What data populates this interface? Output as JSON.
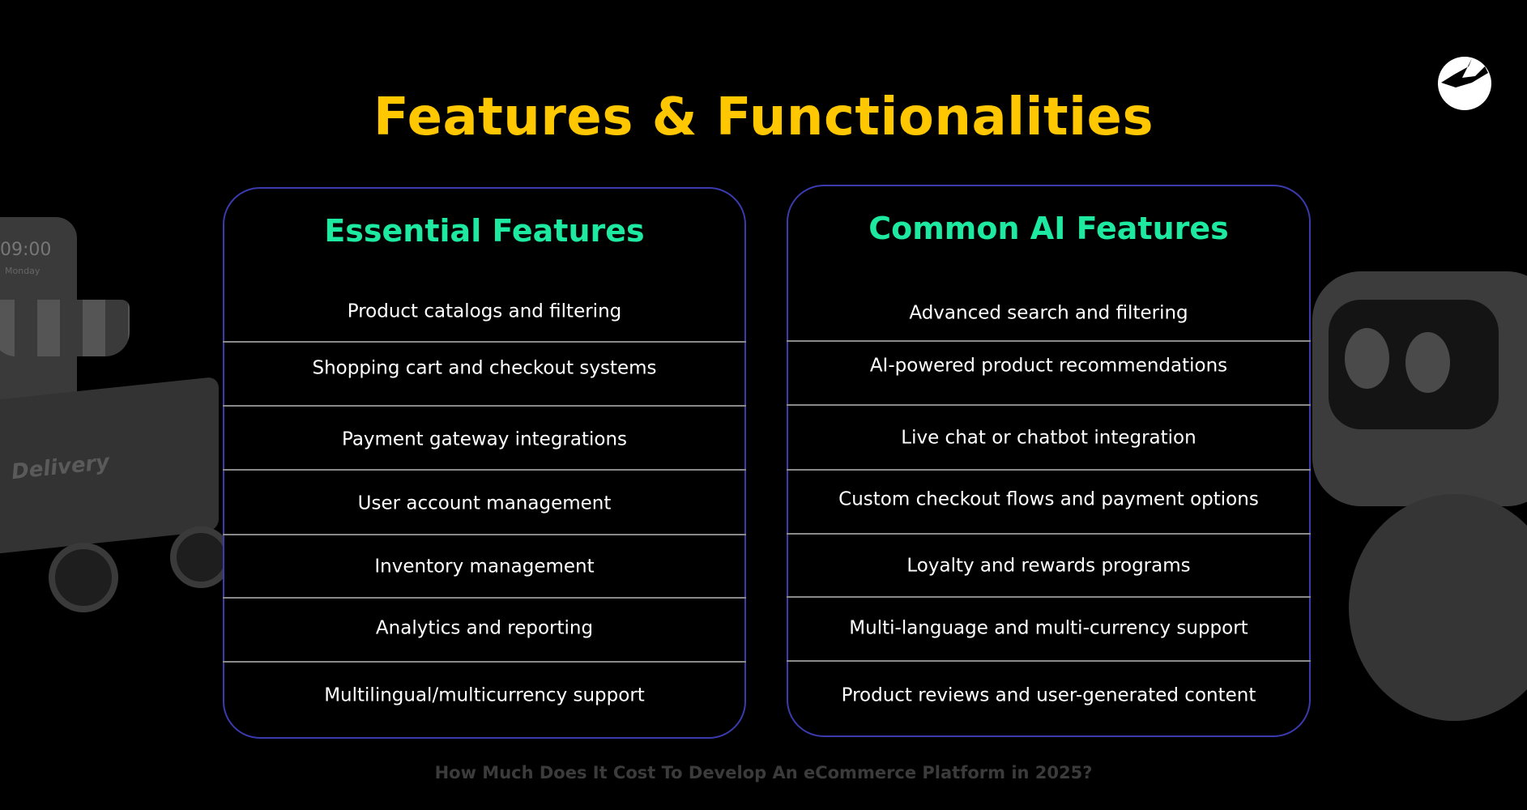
{
  "title": "Features & Functionalities",
  "footer": "How Much Does It Cost To Develop An eCommerce Platform in 2025?",
  "decor": {
    "clock_time": "09:00",
    "clock_day": "Monday",
    "truck_label": "Delivery"
  },
  "cards": [
    {
      "heading": "Essential Features",
      "items": [
        "Product catalogs and filtering",
        "Shopping cart and checkout systems",
        "Payment gateway integrations",
        "User account management",
        "Inventory management",
        "Analytics and reporting",
        "Multilingual/multicurrency support"
      ]
    },
    {
      "heading": "Common AI Features",
      "items": [
        "Advanced search and filtering",
        "AI-powered product recommendations",
        "Live chat or chatbot integration",
        "Custom checkout flows and payment options",
        "Loyalty and rewards programs",
        "Multi-language and multi-currency support",
        "Product reviews and user-generated content"
      ]
    }
  ],
  "colors": {
    "title": "#FFC700",
    "heading": "#1DE9A0",
    "border": "#3B3BAF"
  }
}
